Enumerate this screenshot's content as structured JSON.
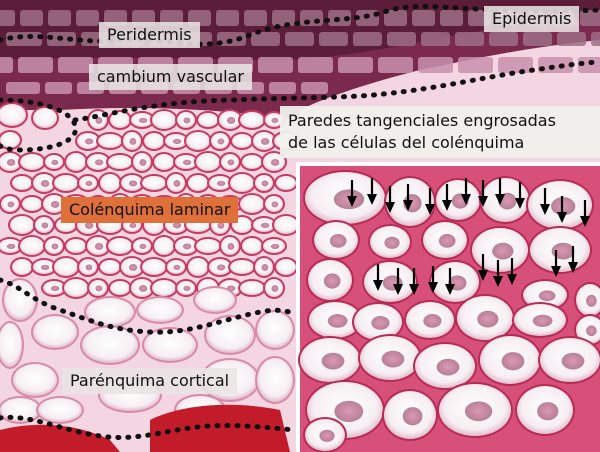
{
  "figure": {
    "labels": {
      "epidermis": "Epidermis",
      "peridermis": "Peridermis",
      "cambium": "cambium vascular",
      "walls_line1": "Paredes tangenciales engrosadas",
      "walls_line2": "de las células del colénquima",
      "colenquima": "Colénquima laminar",
      "parenquima": "Parénquima cortical"
    },
    "colors": {
      "background": "#f4dbe4",
      "cell_wall": "#c8325a",
      "cell_lumen": "#fbf7f8",
      "nucleus": "#9a2a55",
      "label_highlight": "#e0703a",
      "dots": "#111111",
      "arrows": "#000000"
    }
  }
}
